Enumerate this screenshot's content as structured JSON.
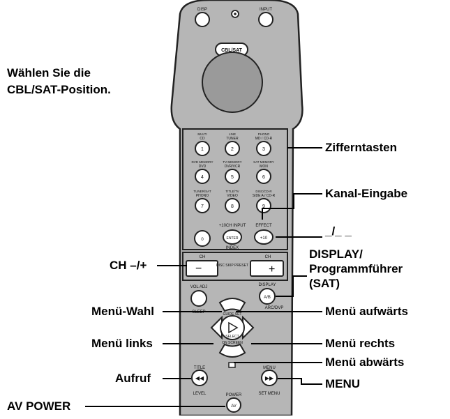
{
  "instruction": [
    "Wählen Sie die",
    "CBL/SAT-Position."
  ],
  "callouts": {
    "ziffern": "Zifferntasten",
    "kanal": "Kanal-Eingabe",
    "dash": "_/_ _",
    "display": [
      "DISPLAY/",
      "Programmführer",
      "(SAT)"
    ],
    "ch": "CH –/+",
    "menu_wahl": "Menü-Wahl",
    "menu_auf": "Menü aufwärts",
    "menu_links": "Menü links",
    "menu_rechts": "Menü rechts",
    "menu_ab": "Menü abwärts",
    "aufruf": "Aufruf",
    "menu": "MENU",
    "av_power": "AV POWER"
  },
  "remote": {
    "top": {
      "disp": "DISP",
      "input": "INPUT",
      "selector": "CBL/SAT"
    },
    "keypad": [
      {
        "top": "MULTI",
        "sub": "CD",
        "num": "1"
      },
      {
        "top": "LINE",
        "sub": "TUNER",
        "num": "2"
      },
      {
        "top": "PHONO",
        "sub": "MD / CD-R",
        "num": "3"
      },
      {
        "top": "DVD MEMORY",
        "sub": "DVD",
        "num": "4"
      },
      {
        "top": "TV MEMORY",
        "sub": "DVR/VCR",
        "num": "5"
      },
      {
        "top": "SAT MEMORY",
        "sub": "MON",
        "num": "6"
      },
      {
        "top": "TUNER/SAT",
        "sub": "PHONO",
        "num": "7"
      },
      {
        "top": "TITLE/TV",
        "sub": "VIDEO",
        "num": "8"
      },
      {
        "top": "DISC/CD-R",
        "sub": "SIDE A / CD-R",
        "num": "9"
      }
    ],
    "zero": "0",
    "enter_top": "+10CH INPUT",
    "enter": "ENTER",
    "enter_sub": "INDEX",
    "plus10_top": "EFFECT",
    "plus10": "+10",
    "ch_left_top": "CH",
    "ch_minus": "−",
    "ch_mid": "DISC SKIP PRESET",
    "ch_right_top": "CH",
    "ch_plus": "+",
    "vol_top": "VOL ADJ",
    "vol_sub": "SLEEP",
    "display_top": "DISPLAY",
    "display_btn": "A/B",
    "display_sub": "ARC/DVP",
    "select": "SELECT",
    "guide": "GUIDE SET",
    "on_screen": "ON SCREEN",
    "title": "TITLE",
    "level": "LEVEL",
    "menu": "MENU",
    "set_menu": "SET MENU",
    "power": "POWER",
    "av": "AV"
  }
}
